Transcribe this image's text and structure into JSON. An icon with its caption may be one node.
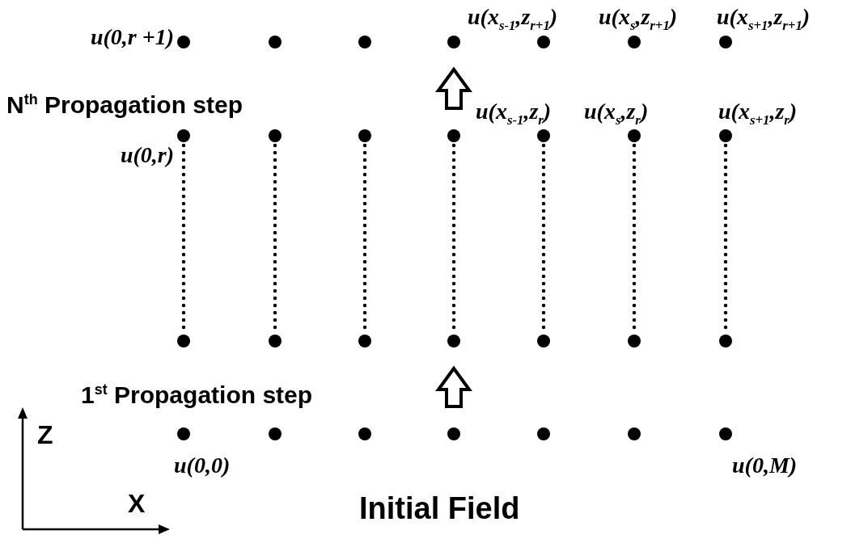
{
  "diagram": {
    "nodes": [
      {
        "text": [],
        "shape": "circle",
        "beside": [
          "u(0,r +1)"
        ]
      },
      {
        "text": [],
        "shape": "circle"
      },
      {
        "text": [],
        "shape": "circle"
      },
      {
        "text": [],
        "shape": "circle"
      },
      {
        "text": [],
        "shape": "circle",
        "beside": [
          "u(x$_{s-1}$,z$_{r+1}$)"
        ]
      },
      {
        "text": [],
        "shape": "circle",
        "beside": [
          "u(x$_{s}$,z$_{r+1}$)"
        ]
      },
      {
        "text": [],
        "shape": "circle",
        "beside": [
          "u(x$_{s+1}$,z$_{r+1}$)"
        ]
      },
      {
        "text": [],
        "shape": "circle",
        "beside": [
          "u(0,r)"
        ]
      },
      {
        "text": [],
        "shape": "circle"
      },
      {
        "text": [],
        "shape": "circle"
      },
      {
        "text": [],
        "shape": "circle"
      },
      {
        "text": [],
        "shape": "circle",
        "beside": [
          "u(x$_{s-1}$,z$_{r}$)"
        ]
      },
      {
        "text": [],
        "shape": "circle",
        "beside": [
          "u(x$_{s}$,z$_{r}$)"
        ]
      },
      {
        "text": [],
        "shape": "circle",
        "beside": [
          "u(x$_{s+1}$,z$_{r}$)"
        ]
      },
      {
        "text": [],
        "shape": "circle"
      },
      {
        "text": [],
        "shape": "circle"
      },
      {
        "text": [],
        "shape": "circle"
      },
      {
        "text": [],
        "shape": "circle"
      },
      {
        "text": [],
        "shape": "circle"
      },
      {
        "text": [],
        "shape": "circle"
      },
      {
        "text": [],
        "shape": "circle"
      },
      {
        "text": [],
        "shape": "circle",
        "beside": [
          "u(0,0)"
        ]
      },
      {
        "text": [],
        "shape": "circle"
      },
      {
        "text": [],
        "shape": "circle"
      },
      {
        "text": [],
        "shape": "circle"
      },
      {
        "text": [],
        "shape": "circle"
      },
      {
        "text": [],
        "shape": "circle"
      },
      {
        "text": [],
        "shape": "circle",
        "beside": [
          "u(0,M)"
        ]
      }
    ],
    "edges": [
      {
        "from": 10,
        "to": 3,
        "arrow": "to",
        "style": "thick"
      },
      {
        "from": 7,
        "to": 14,
        "arrow": "none",
        "style": "dashed"
      },
      {
        "from": 8,
        "to": 15,
        "arrow": "none",
        "style": "dashed"
      },
      {
        "from": 9,
        "to": 16,
        "arrow": "none",
        "style": "dashed"
      },
      {
        "from": 10,
        "to": 17,
        "arrow": "none",
        "style": "dashed"
      },
      {
        "from": 11,
        "to": 18,
        "arrow": "none",
        "style": "dashed"
      },
      {
        "from": 12,
        "to": 19,
        "arrow": "none",
        "style": "dashed"
      },
      {
        "from": 13,
        "to": 20,
        "arrow": "none",
        "style": "dashed"
      },
      {
        "from": 24,
        "to": 17,
        "arrow": "to",
        "style": "thick"
      }
    ],
    "labels": [
      "N$^{th}$ Propagation step",
      "1$^{st}$ Propagation step",
      "Z",
      "Initial Field",
      "X"
    ]
  }
}
